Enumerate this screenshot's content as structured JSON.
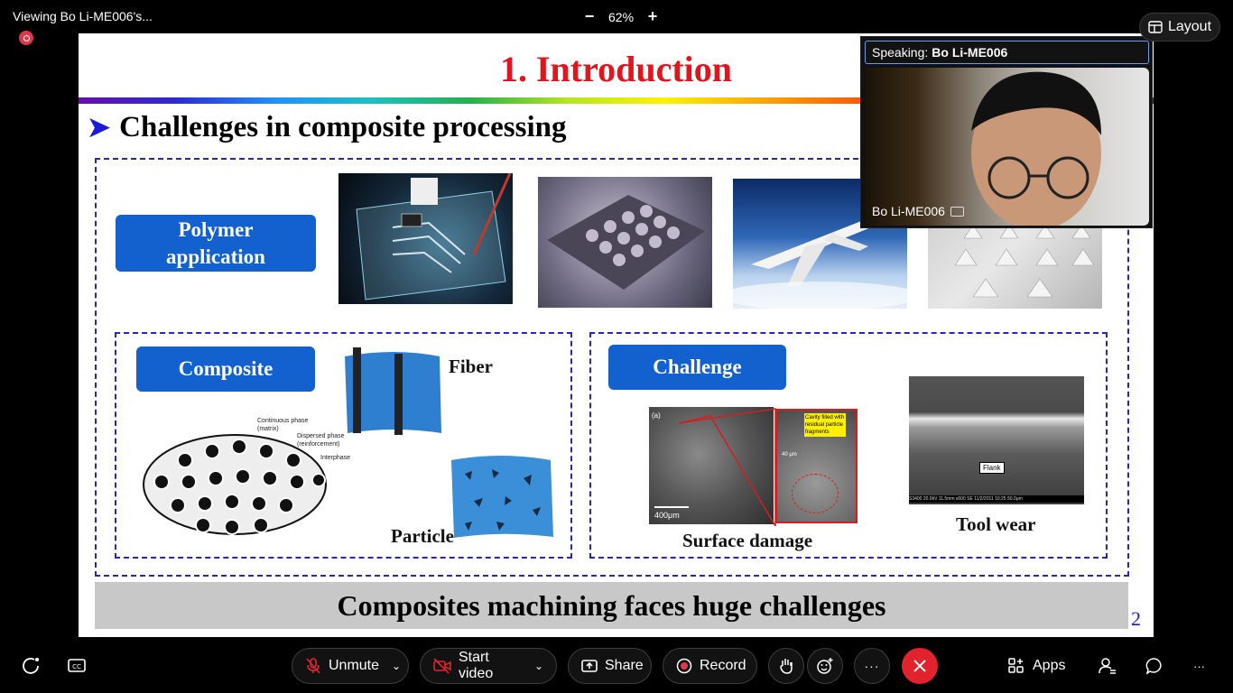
{
  "window": {
    "title": "Viewing Bo Li-ME006's..."
  },
  "zoom": {
    "minus": "−",
    "level": "62%",
    "plus": "+"
  },
  "layout_button": {
    "label": "Layout"
  },
  "slide": {
    "title": "1. Introduction",
    "heading": "Challenges in composite processing",
    "heading_bullet": "➤",
    "polymer_label": "Polymer application",
    "composite_label": "Composite",
    "challenge_label": "Challenge",
    "fiber_label": "Fiber",
    "particle_label": "Particle",
    "surface_damage_label": "Surface damage",
    "tool_wear_label": "Tool wear",
    "diagram_labels": {
      "continuous": "Continuous phase (matrix)",
      "dispersed": "Dispersed phase (reinforcement)",
      "interphase": "Interphase"
    },
    "sem_labels": {
      "panel_a": "(a)",
      "scale_400": "400μm",
      "scale_40": "40 μm",
      "cavity_note": "Cavity filled with residual particle fragments",
      "flank": "Flank",
      "tool_caption": "S3400 20.0kV 11.5mm x600 SE 11/2/2011 10:25    50.0μm"
    },
    "bottom_text": "Composites machining faces huge challenges",
    "page_number": "2"
  },
  "speaker": {
    "label_prefix": "Speaking:",
    "label_name": "Bo Li-ME006",
    "tile_name": "Bo Li-ME006"
  },
  "toolbar": {
    "unmute": "Unmute",
    "start_video": "Start video",
    "share": "Share",
    "record": "Record",
    "more": "···",
    "apps": "Apps",
    "overflow": "···"
  },
  "colors": {
    "title_red": "#e0151e",
    "heading_blue": "#1a1ad8",
    "button_blue": "#1360cf",
    "end_call_red": "#e2232e",
    "record_dot": "#e0384b"
  }
}
